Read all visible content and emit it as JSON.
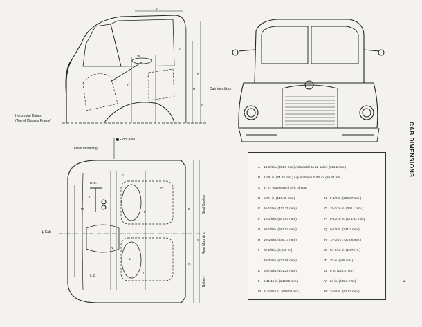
{
  "title": "CAB DIMENSIONS",
  "page_number": "4",
  "side_labels": {
    "datum": "Horizontal Datum",
    "datum2": "(Top of Chassis Frame)",
    "front_axle": "℄ Front Axle",
    "front_mounting": "Front Mounting",
    "cab": "℄ Cab",
    "seat_cushion": "Seat Cushion",
    "rear_mounting": "Rear Mounting",
    "battery": "Battery",
    "cab_ventilator": "Cab Ventilator"
  },
  "dim_letters": {
    "v": "V",
    "w": "W",
    "c": "C",
    "k": "K",
    "a": "A",
    "f": "F",
    "h": "H",
    "g": "G",
    "bd": "B. D.",
    "ld": "L. D.",
    "j": "J",
    "e": "E",
    "i": "I",
    "m": "M",
    "p": "P",
    "o": "O",
    "n": "N",
    "l": "L",
    "t": "T",
    "d": "D",
    "q": "Q",
    "s": "S"
  },
  "left_dims": [
    {
      "key": "A",
      "value": "14-1/4 in. (361.9 mm.) Adjustable to 12-1/4 in. (311.1 mm.)"
    },
    {
      "key": "B",
      "value": "1-3/8 in. (34.92 mm.) Adjustable to 2-3/8 in. (60.32 mm.)"
    },
    {
      "key": "C",
      "value": "37 in. (939.8 mm.) At ℄ of Seat"
    },
    {
      "key": "D",
      "value": "5-3/4 in. (146.05 mm.)"
    },
    {
      "key": "E",
      "value": "16-1/4 in. (412.75 mm.)"
    },
    {
      "key": "F",
      "value": "12-1/8 in. (307.97 mm.)"
    },
    {
      "key": "G",
      "value": "26-1/8 in. (663.57 mm.)"
    },
    {
      "key": "H",
      "value": "19-1/8 in. (485.77 mm.)"
    },
    {
      "key": "I",
      "value": "89-1/8 in. (2,263 m.)"
    },
    {
      "key": "J",
      "value": "10-3/4 in. (273.05 mm.)"
    },
    {
      "key": "K",
      "value": "5-9/16 in. (141.28 mm.)"
    },
    {
      "key": "L",
      "value": "9-11/16 in. (246.06 mm.)"
    },
    {
      "key": "M",
      "value": "31-13/16 in. (808.03 mm.)"
    }
  ],
  "right_dims": [
    {
      "key": "N",
      "value": "8-1/8 in. (206.37 mm.)"
    },
    {
      "key": "O",
      "value": "15-7/16 in. (392.1 mm.)"
    },
    {
      "key": "P",
      "value": "6-13/16 in. (173.03 mm.)"
    },
    {
      "key": "Q",
      "value": "9-1/2 in. (241.3 mm.)"
    },
    {
      "key": "R",
      "value": "14-3/4 in. (374.6 mm.)"
    },
    {
      "key": "S",
      "value": "54-3/16 in. (1,376 m.)"
    },
    {
      "key": "T",
      "value": "20 in. (508 mm.)"
    },
    {
      "key": "U",
      "value": "6 in. (152.4 mm.)"
    },
    {
      "key": "V",
      "value": "24 in. (609.6 mm.)"
    },
    {
      "key": "W",
      "value": "3-5/8 in. (92.07 mm.)"
    }
  ]
}
